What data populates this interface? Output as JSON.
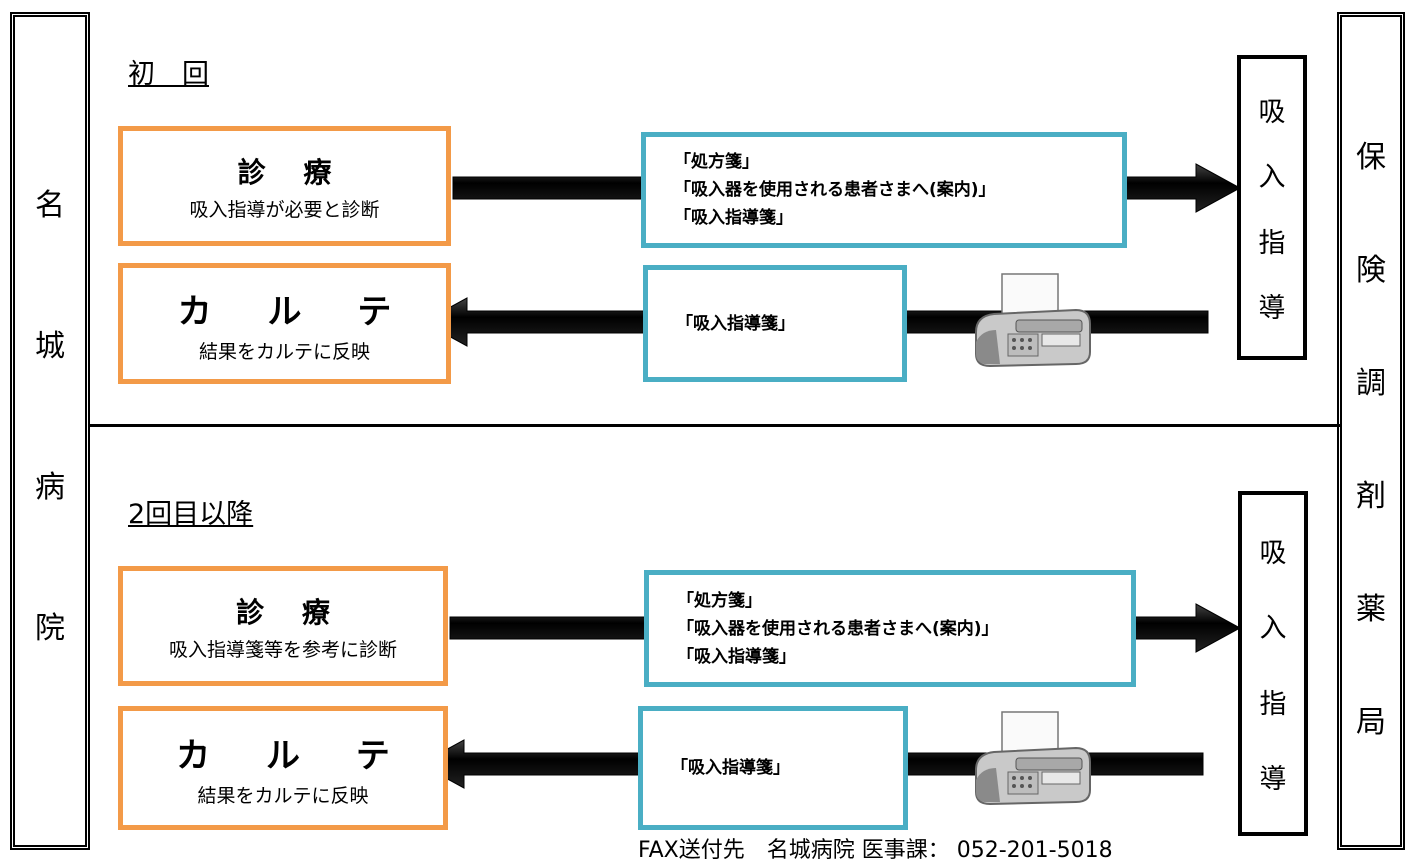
{
  "hospital_label": [
    "名",
    "城",
    "病",
    "院"
  ],
  "pharmacy_label": [
    "保",
    "険",
    "調",
    "剤",
    "薬",
    "局"
  ],
  "sections": [
    {
      "title": "初　回",
      "exam_title": "診 療",
      "exam_sub": "吸入指導が必要と診断",
      "docs_out": [
        "「処方箋」",
        "「吸入器を使用される患者さまへ(案内)」",
        "「吸入指導箋」"
      ],
      "chart_title": "カ ル テ",
      "chart_sub": "結果をカルテに反映",
      "doc_back": "「吸入指導箋」",
      "guidance": [
        "吸",
        "入",
        "指",
        "導"
      ]
    },
    {
      "title": "2回目以降",
      "exam_title": "診 療",
      "exam_sub": "吸入指導箋等を参考に診断",
      "docs_out": [
        "「処方箋」",
        "「吸入器を使用される患者さまへ(案内)」",
        "「吸入指導箋」"
      ],
      "chart_title": "カ ル テ",
      "chart_sub": "結果をカルテに反映",
      "doc_back": "「吸入指導箋」",
      "guidance": [
        "吸",
        "入",
        "指",
        "導"
      ]
    }
  ],
  "fax_note": "FAX送付先　名城病院 医事課：  052-201-5018",
  "icons": [
    "fax-machine-icon"
  ],
  "colors": {
    "orange": "#f39a48",
    "blue": "#4aaec4",
    "arrow": "#111111"
  }
}
